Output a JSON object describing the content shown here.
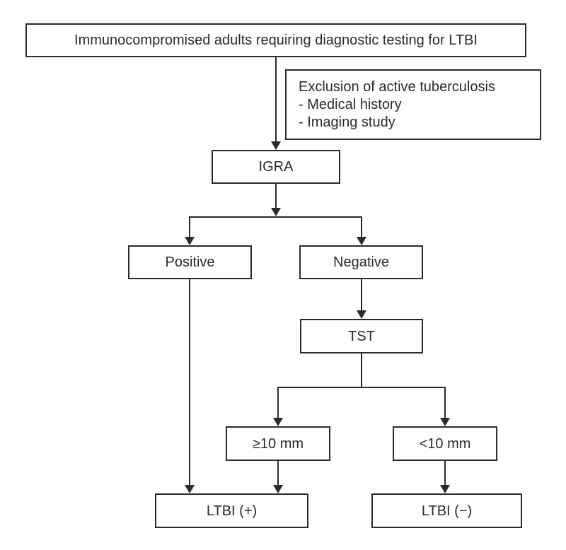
{
  "diagram": {
    "type": "flowchart",
    "colors": {
      "line": "#2b2b2b",
      "text": "#2b2b2b",
      "background": "#ffffff"
    },
    "nodes": {
      "start": {
        "label": "Immunocompromised adults requiring diagnostic testing for LTBI"
      },
      "exclusion": {
        "lines": [
          "Exclusion of active tuberculosis",
          "- Medical history",
          "- Imaging study"
        ]
      },
      "igra": {
        "label": "IGRA"
      },
      "positive": {
        "label": "Positive"
      },
      "negative": {
        "label": "Negative"
      },
      "tst": {
        "label": "TST"
      },
      "tst_ge10": {
        "label": "≥10 mm"
      },
      "tst_lt10": {
        "label": "<10 mm"
      },
      "ltbi_pos": {
        "label": "LTBI (+)"
      },
      "ltbi_neg": {
        "label": "LTBI (−)"
      }
    },
    "edges": [
      {
        "from": "start",
        "to": "igra"
      },
      {
        "from": "igra",
        "to": "positive"
      },
      {
        "from": "igra",
        "to": "negative"
      },
      {
        "from": "negative",
        "to": "tst"
      },
      {
        "from": "tst",
        "to": "tst_ge10"
      },
      {
        "from": "tst",
        "to": "tst_lt10"
      },
      {
        "from": "positive",
        "to": "ltbi_pos"
      },
      {
        "from": "tst_ge10",
        "to": "ltbi_pos"
      },
      {
        "from": "tst_lt10",
        "to": "ltbi_neg"
      }
    ]
  }
}
